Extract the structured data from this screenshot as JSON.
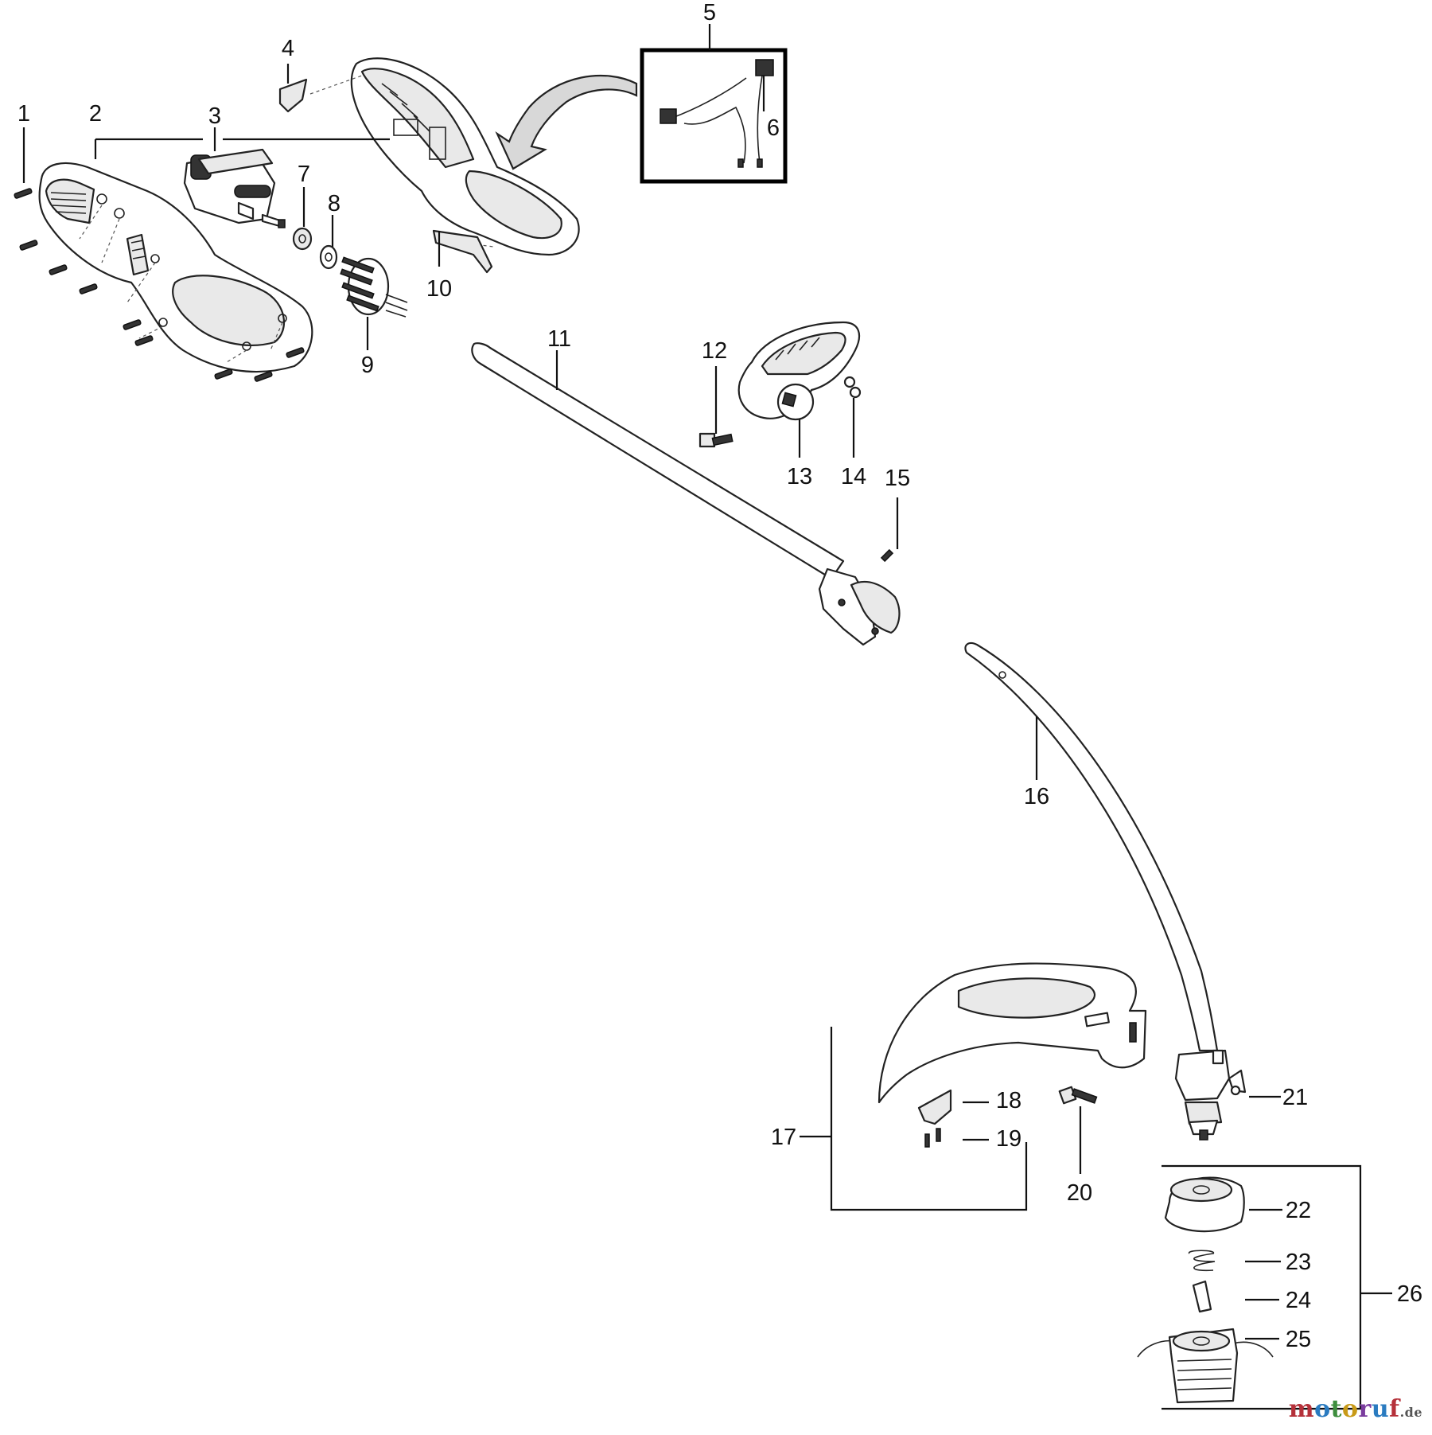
{
  "callouts": {
    "n1": "1",
    "n2": "2",
    "n3": "3",
    "n4": "4",
    "n5": "5",
    "n6": "6",
    "n7": "7",
    "n8": "8",
    "n9": "9",
    "n10": "10",
    "n11": "11",
    "n12": "12",
    "n13": "13",
    "n14": "14",
    "n15": "15",
    "n16": "16",
    "n17": "17",
    "n18": "18",
    "n19": "19",
    "n20": "20",
    "n21": "21",
    "n22": "22",
    "n23": "23",
    "n24": "24",
    "n25": "25",
    "n26": "26"
  },
  "watermark": {
    "m": "m",
    "o1": "o",
    "t": "t",
    "o2": "o",
    "r": "r",
    "u": "u",
    "f": "f",
    "tld": ".de"
  },
  "colors": {
    "line": "#222222",
    "shade": "#e9e9e9",
    "background": "#ffffff"
  }
}
